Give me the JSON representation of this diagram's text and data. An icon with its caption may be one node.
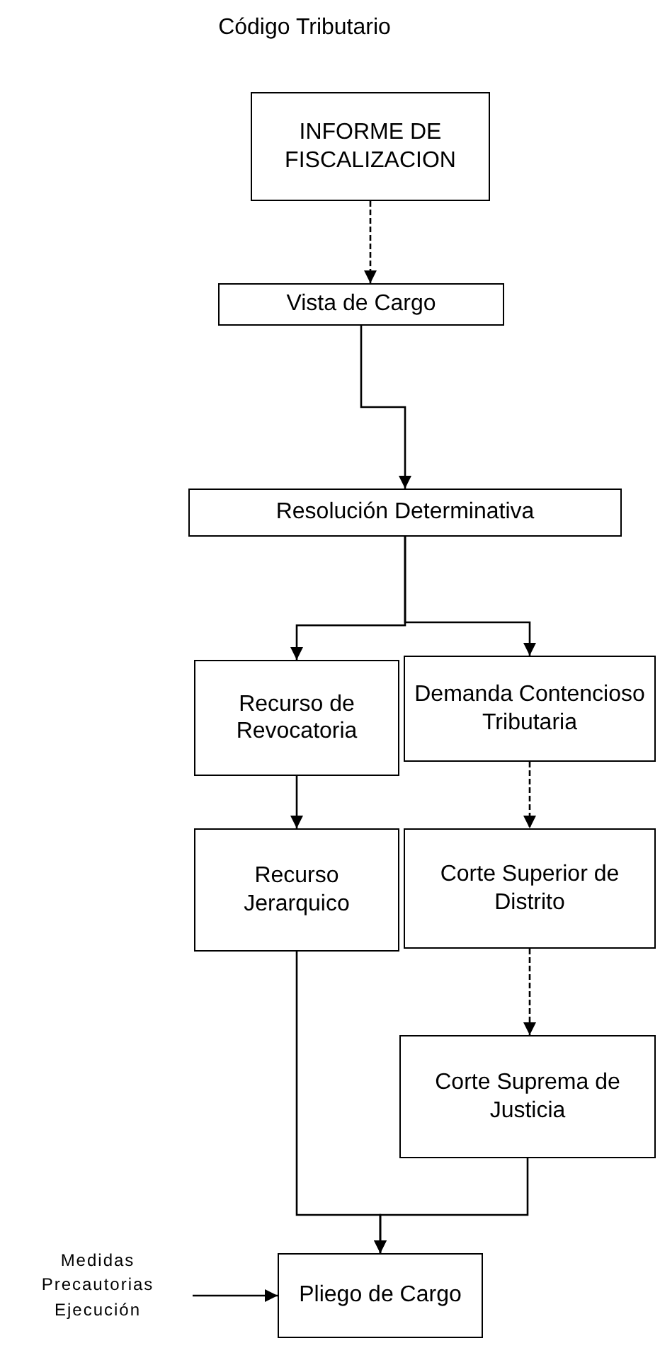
{
  "diagram": {
    "title": "Código Tributario",
    "nodes": [
      {
        "text": [
          "INFORME DE FISCALIZACION"
        ]
      },
      {
        "text": [
          "Vista de Cargo"
        ]
      },
      {
        "text": [
          "Resolución Determinativa"
        ]
      },
      {
        "text": [
          "Recurso de Revocatoria"
        ]
      },
      {
        "text": [
          "Demanda Contencioso Tributaria"
        ]
      },
      {
        "text": [
          "Recurso Jerarquico"
        ]
      },
      {
        "text": [
          "Corte Superior de Distrito"
        ]
      },
      {
        "text": [
          "Corte Suprema de Justicia"
        ]
      },
      {
        "text": [
          "Pliego de Cargo"
        ]
      },
      {
        "text": [
          "Medidas Precautorias Ejecución"
        ]
      }
    ],
    "edges": [
      {
        "from": 0,
        "to": 1,
        "arrow": "to",
        "style": "dashed"
      },
      {
        "from": 1,
        "to": 2,
        "arrow": "to"
      },
      {
        "from": 2,
        "to": 3,
        "arrow": "to"
      },
      {
        "from": 2,
        "to": 4,
        "arrow": "to"
      },
      {
        "from": 3,
        "to": 5,
        "arrow": "to"
      },
      {
        "from": 4,
        "to": 6,
        "arrow": "to",
        "style": "dashed"
      },
      {
        "from": 6,
        "to": 7,
        "arrow": "to",
        "style": "dashed"
      },
      {
        "from": 5,
        "to": 8,
        "arrow": "to"
      },
      {
        "from": 7,
        "to": 8,
        "arrow": "to"
      },
      {
        "from": 9,
        "to": 8,
        "arrow": "to"
      }
    ]
  }
}
